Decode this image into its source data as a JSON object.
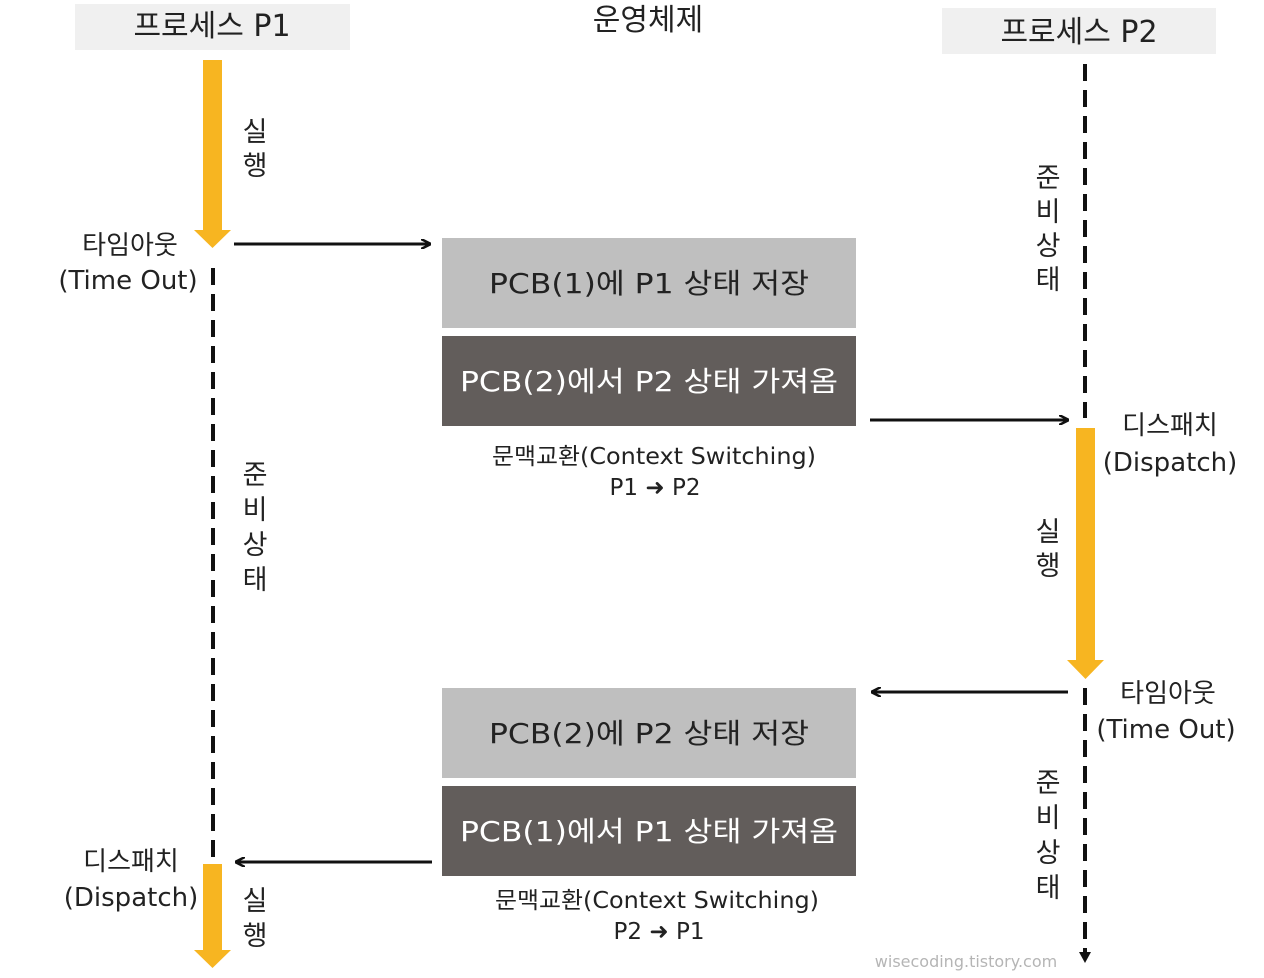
{
  "header": {
    "p1": "프로세스 P1",
    "os": "운영체제",
    "p2": "프로세스 P2"
  },
  "p1": {
    "run_label": [
      "실",
      "행"
    ],
    "timeout_label": [
      "타임아웃",
      "(Time Out)"
    ],
    "ready_label": [
      "준",
      "비",
      "상",
      "태"
    ],
    "dispatch_label": [
      "디스패치",
      "(Dispatch)"
    ],
    "run2_label": [
      "실",
      "행"
    ]
  },
  "p2": {
    "ready_label": [
      "준",
      "비",
      "상",
      "태"
    ],
    "dispatch_label": [
      "디스패치",
      "(Dispatch)"
    ],
    "run_label": [
      "실",
      "행"
    ],
    "timeout_label": [
      "타임아웃",
      "(Time Out)"
    ],
    "ready2_label": [
      "준",
      "비",
      "상",
      "태"
    ]
  },
  "os": {
    "save1": "PCB(1)에 P1 상태 저장",
    "load2": "PCB(2)에서 P2 상태 가져옴",
    "switch1": [
      "문맥교환(Context Switching)",
      "P1 ➜ P2"
    ],
    "save2": "PCB(2)에 P2 상태 저장",
    "load1": "PCB(1)에서 P1 상태 가져옴",
    "switch2": [
      "문맥교환(Context Switching)",
      "P2 ➜ P1"
    ]
  },
  "watermark": "wisecoding.tistory.com",
  "colors": {
    "run_arrow": "#F7B521",
    "save_box": "#BFBFBF",
    "load_box": "#625D5B",
    "header_box": "#F0F0F0",
    "line": "#111111"
  }
}
